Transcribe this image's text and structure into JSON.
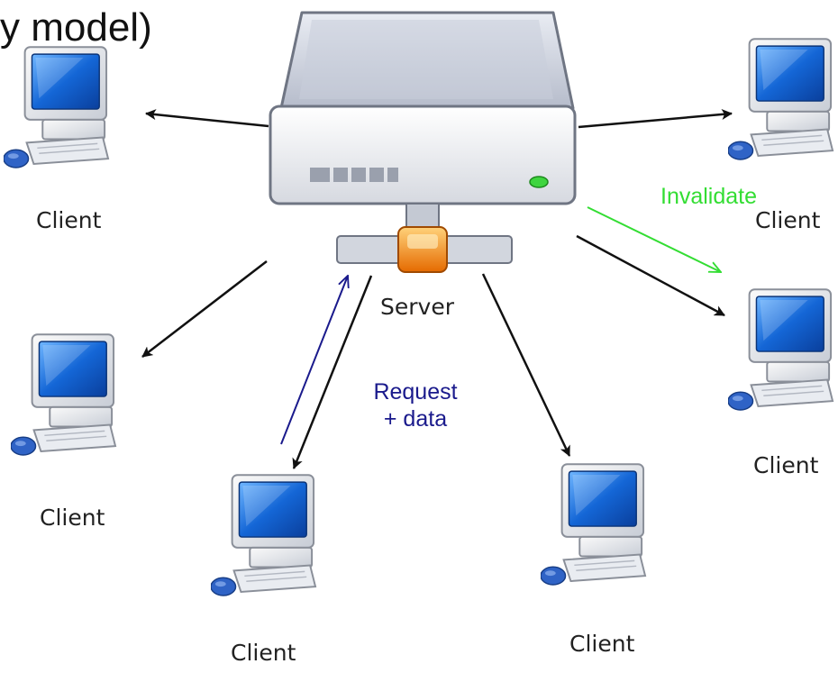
{
  "title_fragment": "y model)",
  "server": {
    "label": "Server"
  },
  "clients": [
    {
      "label": "Client"
    },
    {
      "label": "Client"
    },
    {
      "label": "Client"
    },
    {
      "label": "Client"
    },
    {
      "label": "Client"
    },
    {
      "label": "Client"
    }
  ],
  "annotations": {
    "request_line1": "Request",
    "request_line2": "+ data",
    "invalidate": "Invalidate"
  },
  "colors": {
    "request": "#1a1a8c",
    "invalidate": "#33dd33",
    "arrow": "#111111"
  }
}
